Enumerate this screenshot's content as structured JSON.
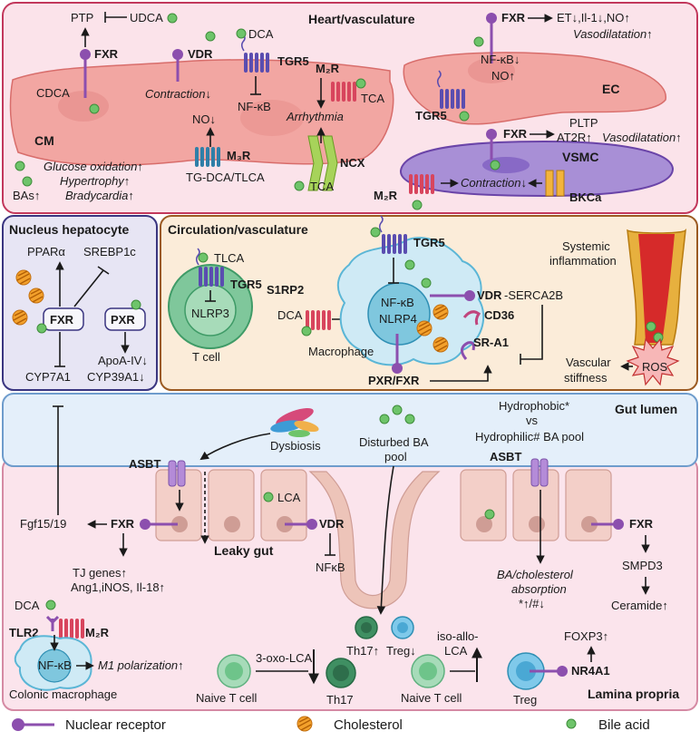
{
  "panels": {
    "heart": {
      "title": "Heart/vasculature",
      "cm": "CM",
      "ptp": "PTP",
      "udca": "UDCA",
      "fxr": "FXR",
      "vdr": "VDR",
      "dca": "DCA",
      "tgr5": "TGR5",
      "m2r": "M₂R",
      "tca1": "TCA",
      "arrhythmia": "Arrhythmia",
      "cdca": "CDCA",
      "contraction": "Contraction↓",
      "nfkb": "NF-κB",
      "no_down": "NO↓",
      "m3r": "M₃R",
      "tgdca": "TG-DCA/TLCA",
      "ncx": "NCX",
      "tca2": "TCA",
      "glucose": "Glucose oxidation↑",
      "hypertrophy": "Hypertrophy↑",
      "bradycardia": "Bradycardia↑",
      "bas": "BAs↑",
      "ec_fxr": "FXR",
      "ec_effect": "ET↓,Il-1↓,NO↑",
      "vasodil1": "Vasodilatation↑",
      "ec_nfkb": "NF-κB↓",
      "ec_no": "NO↑",
      "ec": "EC",
      "ec_tgr5": "TGR5",
      "vsmc_fxr": "FXR",
      "pltp": "PLTP",
      "at2r": "AT2R↑",
      "vasodil2": "Vasodilatation↑",
      "vsmc": "VSMC",
      "vsmc_contraction": "Contraction↓",
      "vsmc_m2r": "M₂R",
      "bkca": "BKCa"
    },
    "nucleus": {
      "title": "Nucleus hepatocyte",
      "ppara": "PPARα",
      "srebp": "SREBP1c",
      "fxr": "FXR",
      "pxr": "PXR",
      "apoa": "ApoA-IV↓",
      "cyp39": "CYP39A1↓",
      "cyp7": "CYP7A1"
    },
    "circulation": {
      "title": "Circulation/vasculature",
      "tlca": "TLCA",
      "tgr5_t": "TGR5",
      "nlrp3": "NLRP3",
      "tcell": "T cell",
      "s1rp2": "S1RP2",
      "dca": "DCA",
      "tgr5_m": "TGR5",
      "nfkb": "NF-κB",
      "nlrp4": "NLRP4",
      "vdr": "VDR",
      "serca": "-SERCA2B",
      "cd36": "CD36",
      "sra1": "SR-A1",
      "macrophage": "Macrophage",
      "pxrfxr": "PXR/FXR",
      "systemic1": "Systemic",
      "systemic2": "inflammation",
      "vascular1": "Vascular",
      "vascular2": "stiffness",
      "ros": "ROS"
    },
    "gut": {
      "title": "Gut lumen",
      "dysbiosis": "Dysbiosis",
      "disturbed1": "Disturbed BA",
      "disturbed2": "pool",
      "hydrophobic": "Hydrophobic*",
      "vs": "vs",
      "hydrophilic": "Hydrophilic# BA pool"
    },
    "lamina": {
      "title": "Lamina propria",
      "asbt1": "ASBT",
      "asbt2": "ASBT",
      "lca": "LCA",
      "fgf": "Fgf15/19",
      "fxr1": "FXR",
      "leaky": "Leaky gut",
      "vdr": "VDR",
      "nfkb": "NFκB",
      "tj1": "TJ genes↑",
      "tj2": "Ang1,iNOS, Il-18↑",
      "ba_abs1": "BA/cholesterol",
      "ba_abs2": "absorption",
      "ba_abs3": "*↑/#↓",
      "fxr2": "FXR",
      "smpd3": "SMPD3",
      "ceramide": "Ceramide↑",
      "dca": "DCA",
      "tlr2": "TLR2",
      "m2r": "M₂R",
      "mac_nfkb": "NF-κB",
      "m1": "M1 polarization↑",
      "colonic": "Colonic macrophage",
      "oxo1": "3-oxo-LCA",
      "naive1": "Naive T cell",
      "th17": "Th17",
      "th17treg_a": "Th17↑",
      "th17treg_b": "Treg↓",
      "iso1": "iso-allo-",
      "iso2": "LCA",
      "naive2": "Naive T cell",
      "foxp3": "FOXP3↑",
      "nr4a1": "NR4A1",
      "treg": "Treg"
    }
  },
  "legend": {
    "nuclear_receptor": "Nuclear receptor",
    "cholesterol": "Cholesterol",
    "bile_acid": "Bile acid"
  },
  "colors": {
    "heart_bg": "#fbe3ea",
    "heart_border": "#c2385c",
    "nucleus_bg": "#e7e5f4",
    "nucleus_border": "#3a3580",
    "circ_bg": "#fbecd9",
    "circ_border": "#9b5a22",
    "gut_bg": "#e4effa",
    "gut_border": "#6e9ccc",
    "lamina_bg": "#fbe4ec",
    "lamina_border": "#d58aa4",
    "receptor_purple": "#8c4fae",
    "bile_acid_green": "#6ec46a"
  }
}
